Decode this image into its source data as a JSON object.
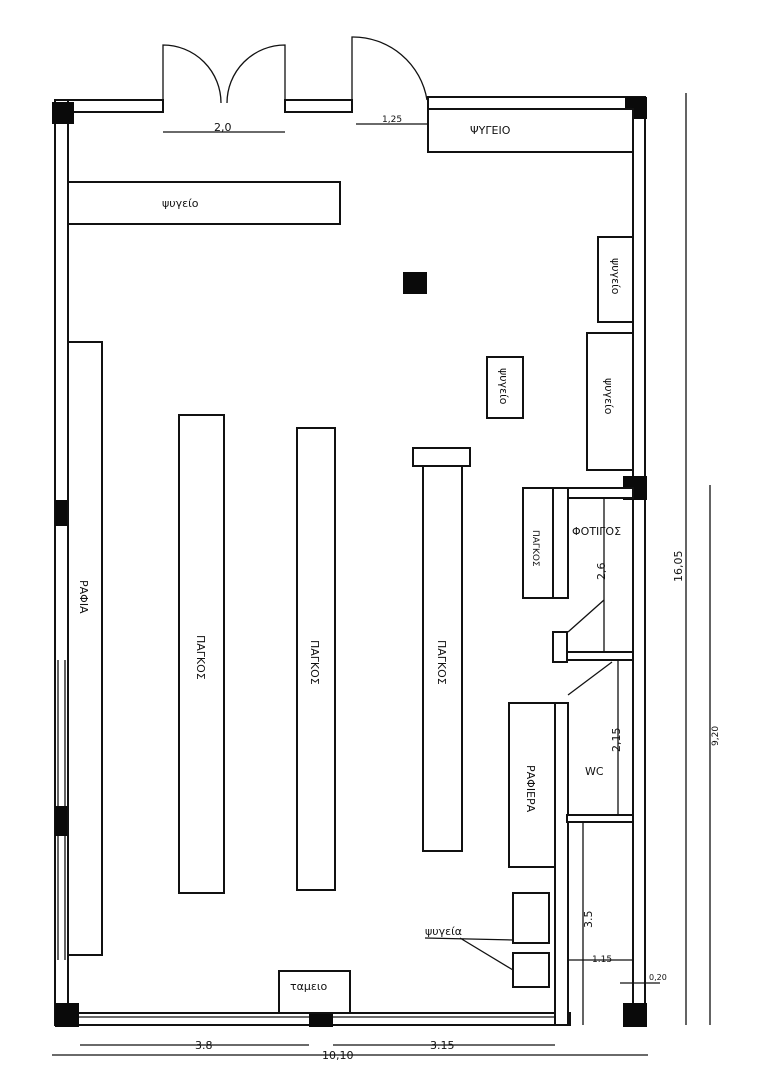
{
  "labels": {
    "fridge_top_right": "ΨΥΓΕΙΟ",
    "fridge_top_left": "ψυγείο",
    "fridge_right_small": "ψυγείο",
    "fridge_right_large": "ψυγείο",
    "fridge_center": "ψυγείο",
    "shelves_left": "ΡΑΦΙΑ",
    "counter_1": "ΠΑΓΚΟΣ",
    "counter_2": "ΠΑΓΚΟΣ",
    "counter_3": "ΠΑΓΚΟΣ",
    "counter_small": "ΠΑΓΚΟΣ",
    "loading": "ΦΟΤΙΓΟΣ",
    "shelving_unit": "ΡΑΦΙΕΡΑ",
    "wc": "WC",
    "cashier": "ταμειο",
    "fridges_small": "ψυγεία"
  },
  "dimensions": {
    "door_left": "2,0",
    "door_right": "1,25",
    "total_height": "16,05",
    "right_section": "9,20",
    "loading_depth": "2,6",
    "wc_depth": "2,15",
    "corridor_length": "3.5",
    "corridor_width": "1.15",
    "wall_thickness": "0,20",
    "bottom_left": "3.8",
    "bottom_right": "3.15",
    "total_width": "10,10"
  }
}
